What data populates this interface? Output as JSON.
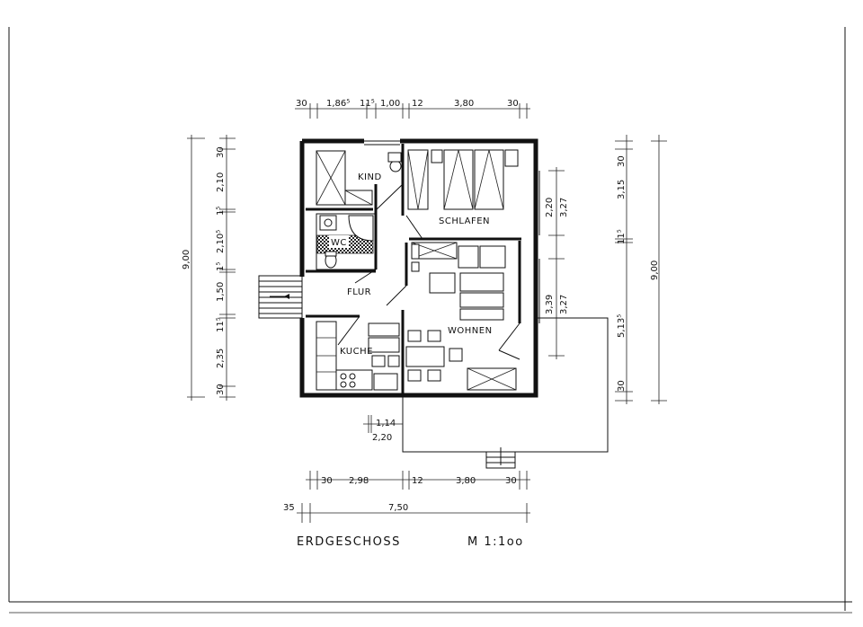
{
  "title": "ERDGESCHOSS",
  "scale": "M  1:1oo",
  "rooms": {
    "kind": "KIND",
    "schlafen": "SCHLAFEN",
    "wc": "WC",
    "flur": "FLUR",
    "kueche": "KUCHE",
    "wohnen": "WOHNEN"
  },
  "dimensions": {
    "top": [
      "30",
      "1,86⁵",
      "11⁵",
      "1,00",
      "12",
      "3,80",
      "30"
    ],
    "bottom": [
      "30",
      "2,98",
      "12",
      "3,80",
      "30"
    ],
    "bottom_total": "7,50",
    "bottom_offset": "35",
    "left_total": "9,00",
    "left": [
      "30",
      "2,10",
      "1⁵",
      "2,10⁵",
      "1⁵",
      "1,50",
      "11⁵",
      "2,35",
      "30"
    ],
    "right_total": "9,00",
    "right": [
      "30",
      "3,15",
      "11⁵",
      "5,13⁵",
      "30"
    ],
    "right_inner": [
      "2,20",
      "3,27",
      "3,39",
      "3,27"
    ],
    "terrace": [
      "1,14",
      "2,20"
    ]
  }
}
